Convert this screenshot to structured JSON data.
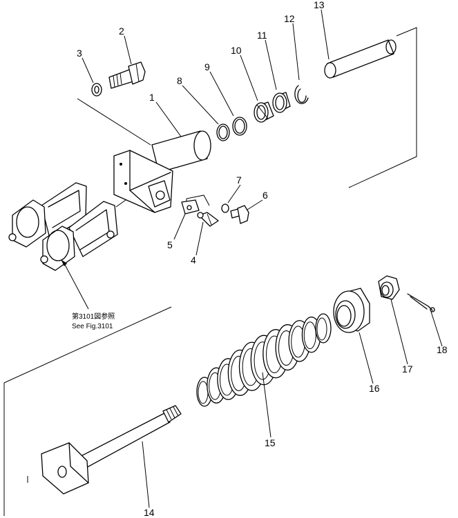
{
  "diagram": {
    "part_numbers": {
      "p1": "1",
      "p2": "2",
      "p3": "3",
      "p4": "4",
      "p5": "5",
      "p6": "6",
      "p7": "7",
      "p8": "8",
      "p9": "9",
      "p10": "10",
      "p11": "11",
      "p12": "12",
      "p13": "13",
      "p14": "14",
      "p15": "15",
      "p16": "16",
      "p17": "17",
      "p18": "18"
    },
    "reference_note": {
      "japanese": "第3101図参照",
      "english": "See Fig.3101"
    }
  }
}
